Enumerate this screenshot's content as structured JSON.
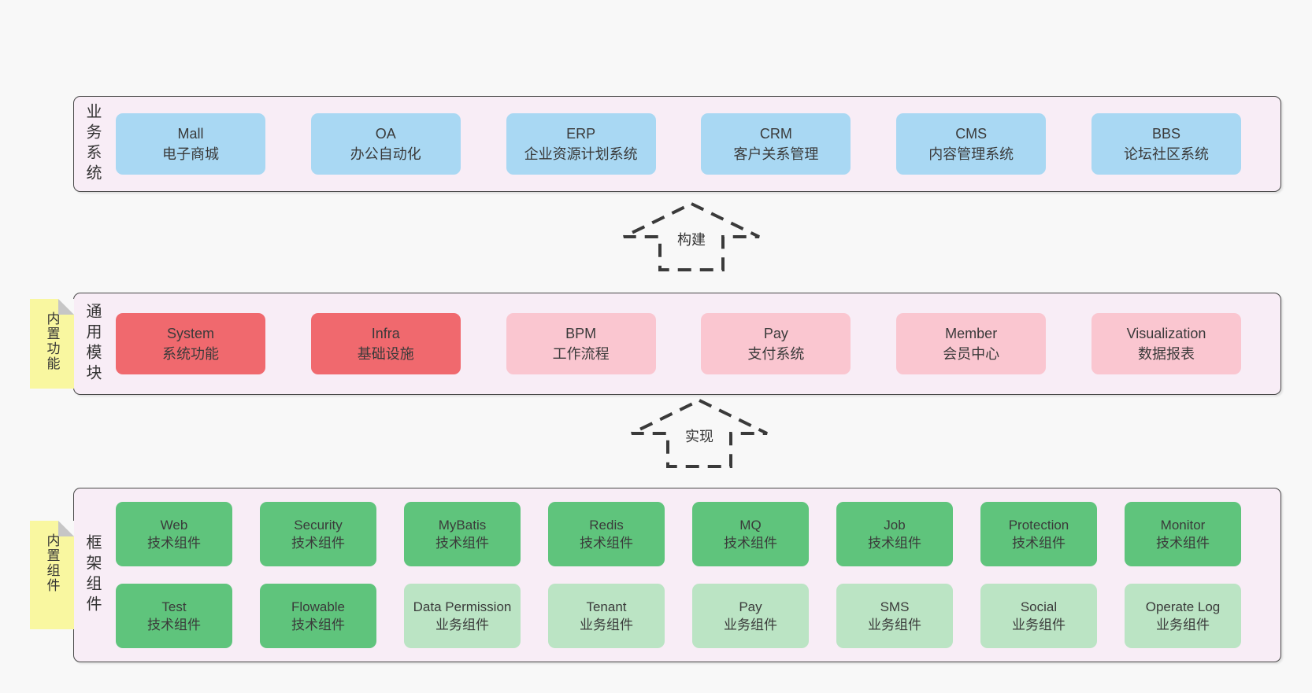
{
  "colors": {
    "page_bg": "#f8f8f8",
    "section_bg": "#f8edf6",
    "section_border": "#474747",
    "blue_box": "#a9d8f3",
    "red_box": "#f0696e",
    "pink_box": "#fac6d0",
    "dark_green_box": "#5fc47c",
    "light_green_box": "#bbe4c4",
    "yellow_tab": "#f9f7a0",
    "fold_gray": "#c6c6c6",
    "text": "#3a3a3a",
    "arrow_stroke": "#3a3a3a"
  },
  "arrows": [
    {
      "label": "构建"
    },
    {
      "label": "实现"
    }
  ],
  "sections": [
    {
      "label": "业务系统",
      "tab": null,
      "boxes": [
        {
          "en": "Mall",
          "zh": "电子商城",
          "color": "blue"
        },
        {
          "en": "OA",
          "zh": "办公自动化",
          "color": "blue"
        },
        {
          "en": "ERP",
          "zh": "企业资源计划系统",
          "color": "blue"
        },
        {
          "en": "CRM",
          "zh": "客户关系管理",
          "color": "blue"
        },
        {
          "en": "CMS",
          "zh": "内容管理系统",
          "color": "blue"
        },
        {
          "en": "BBS",
          "zh": "论坛社区系统",
          "color": "blue"
        }
      ]
    },
    {
      "label": "通用模块",
      "tab": "内置功能",
      "boxes": [
        {
          "en": "System",
          "zh": "系统功能",
          "color": "red"
        },
        {
          "en": "Infra",
          "zh": "基础设施",
          "color": "red"
        },
        {
          "en": "BPM",
          "zh": "工作流程",
          "color": "pink"
        },
        {
          "en": "Pay",
          "zh": "支付系统",
          "color": "pink"
        },
        {
          "en": "Member",
          "zh": "会员中心",
          "color": "pink"
        },
        {
          "en": "Visualization",
          "zh": "数据报表",
          "color": "pink"
        }
      ]
    },
    {
      "label": "框架组件",
      "tab": "内置组件",
      "rows": [
        [
          {
            "en": "Web",
            "zh": "技术组件",
            "color": "dark_green"
          },
          {
            "en": "Security",
            "zh": "技术组件",
            "color": "dark_green"
          },
          {
            "en": "MyBatis",
            "zh": "技术组件",
            "color": "dark_green"
          },
          {
            "en": "Redis",
            "zh": "技术组件",
            "color": "dark_green"
          },
          {
            "en": "MQ",
            "zh": "技术组件",
            "color": "dark_green"
          },
          {
            "en": "Job",
            "zh": "技术组件",
            "color": "dark_green"
          },
          {
            "en": "Protection",
            "zh": "技术组件",
            "color": "dark_green"
          },
          {
            "en": "Monitor",
            "zh": "技术组件",
            "color": "dark_green"
          }
        ],
        [
          {
            "en": "Test",
            "zh": "技术组件",
            "color": "dark_green"
          },
          {
            "en": "Flowable",
            "zh": "技术组件",
            "color": "dark_green"
          },
          {
            "en": "Data Permission",
            "zh": "业务组件",
            "color": "light_green"
          },
          {
            "en": "Tenant",
            "zh": "业务组件",
            "color": "light_green"
          },
          {
            "en": "Pay",
            "zh": "业务组件",
            "color": "light_green"
          },
          {
            "en": "SMS",
            "zh": "业务组件",
            "color": "light_green"
          },
          {
            "en": "Social",
            "zh": "业务组件",
            "color": "light_green"
          },
          {
            "en": "Operate Log",
            "zh": "业务组件",
            "color": "light_green"
          }
        ]
      ]
    }
  ]
}
